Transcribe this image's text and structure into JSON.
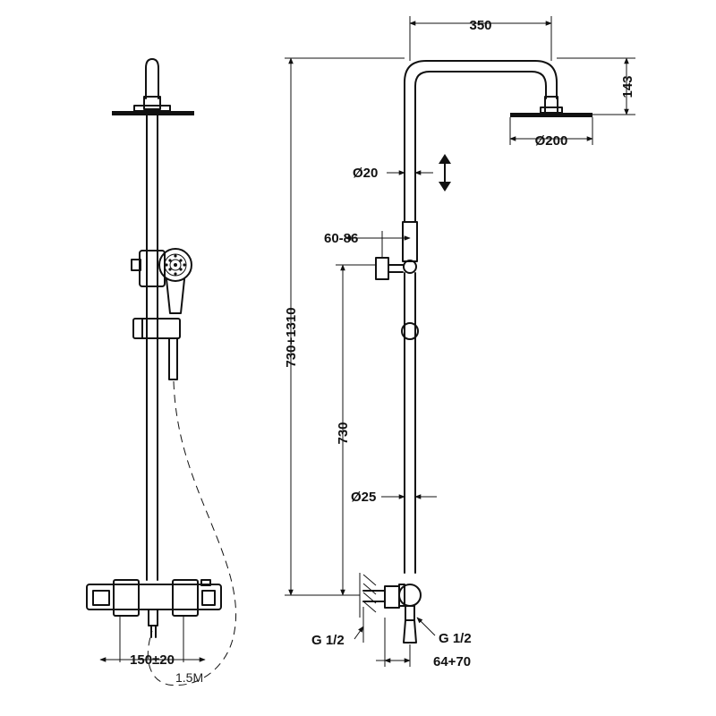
{
  "dimensions": {
    "head_span": "350",
    "head_drop": "143",
    "head_diameter": "Ø200",
    "upper_pipe_diameter": "Ø20",
    "holder_offset": "60-86",
    "overall_height": "730+1310",
    "mixer_to_holder": "730",
    "lower_pipe_diameter": "Ø25",
    "inlet_left": "G 1/2",
    "inlet_right": "G 1/2",
    "wall_offset": "64+70",
    "centers": "150±20",
    "hose_length": "1.5M"
  }
}
